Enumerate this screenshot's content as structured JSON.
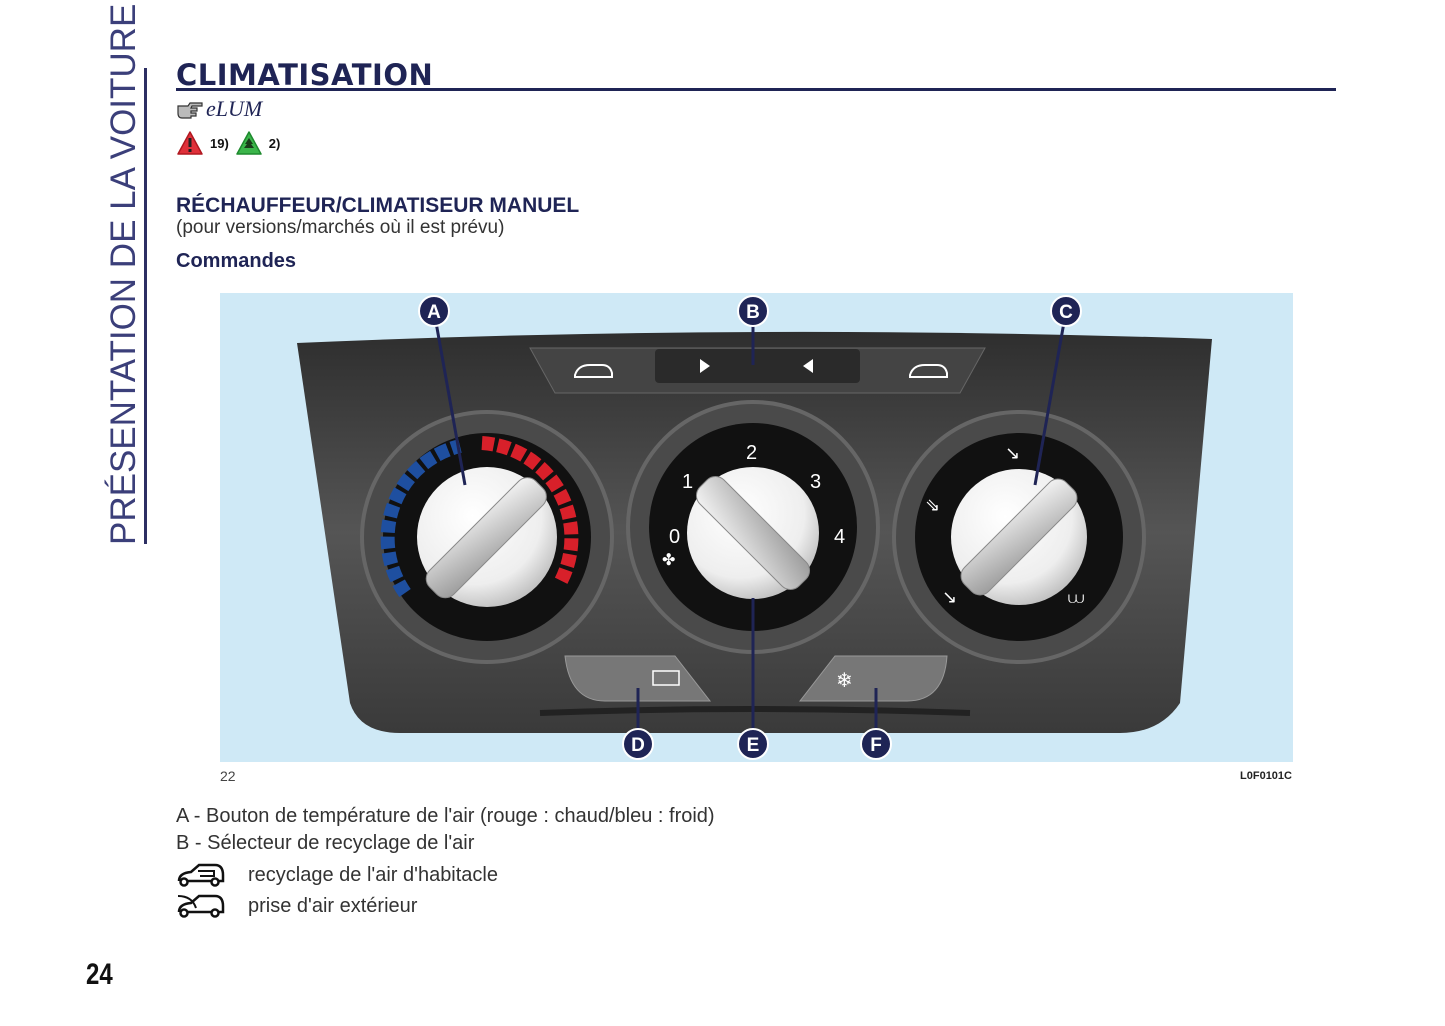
{
  "side_title": "PRÉSENTATION DE LA VOITURE",
  "title": "CLIMATISATION",
  "elum_label": "eLUM",
  "warnings": {
    "danger_ref": "19)",
    "environment_ref": "2)"
  },
  "section_title": "RÉCHAUFFEUR/CLIMATISEUR MANUEL",
  "section_note": "(pour versions/marchés où il est prévu)",
  "subsection_title": "Commandes",
  "figure": {
    "number": "22",
    "reference": "L0F0101C",
    "callouts": [
      "A",
      "B",
      "C",
      "D",
      "E",
      "F"
    ],
    "fan_speeds": [
      "0",
      "1",
      "2",
      "3",
      "4"
    ],
    "colors": {
      "background": "#cfe9f6",
      "callout": "#1f2455",
      "hot": "#d8202a",
      "cold": "#1e4fa0"
    }
  },
  "descriptions": {
    "a": "A - Bouton de température de l'air (rouge : chaud/bleu : froid)",
    "b": "B - Sélecteur de recyclage de l'air"
  },
  "legend": [
    {
      "icon": "car-recirculation-icon",
      "text": "recyclage de l'air d'habitacle"
    },
    {
      "icon": "car-outside-air-icon",
      "text": "prise d'air extérieur"
    }
  ],
  "page_number": "24"
}
